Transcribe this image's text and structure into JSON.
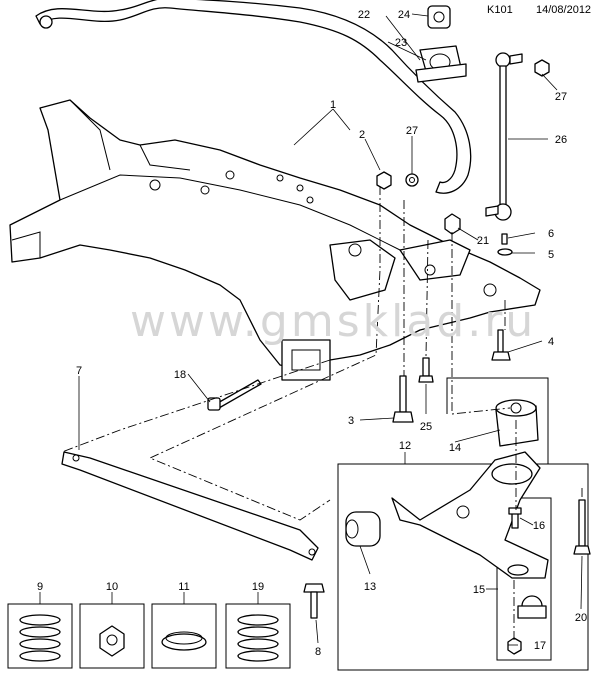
{
  "header": {
    "diagram_code": "K101",
    "date": "14/08/2012"
  },
  "watermark": "www.gmsklad.ru",
  "callouts": [
    "1",
    "2",
    "3",
    "4",
    "5",
    "6",
    "7",
    "8",
    "9",
    "10",
    "11",
    "12",
    "13",
    "14",
    "15",
    "16",
    "17",
    "18",
    "19",
    "20",
    "21",
    "22",
    "23",
    "24",
    "25",
    "26",
    "27",
    "27"
  ]
}
